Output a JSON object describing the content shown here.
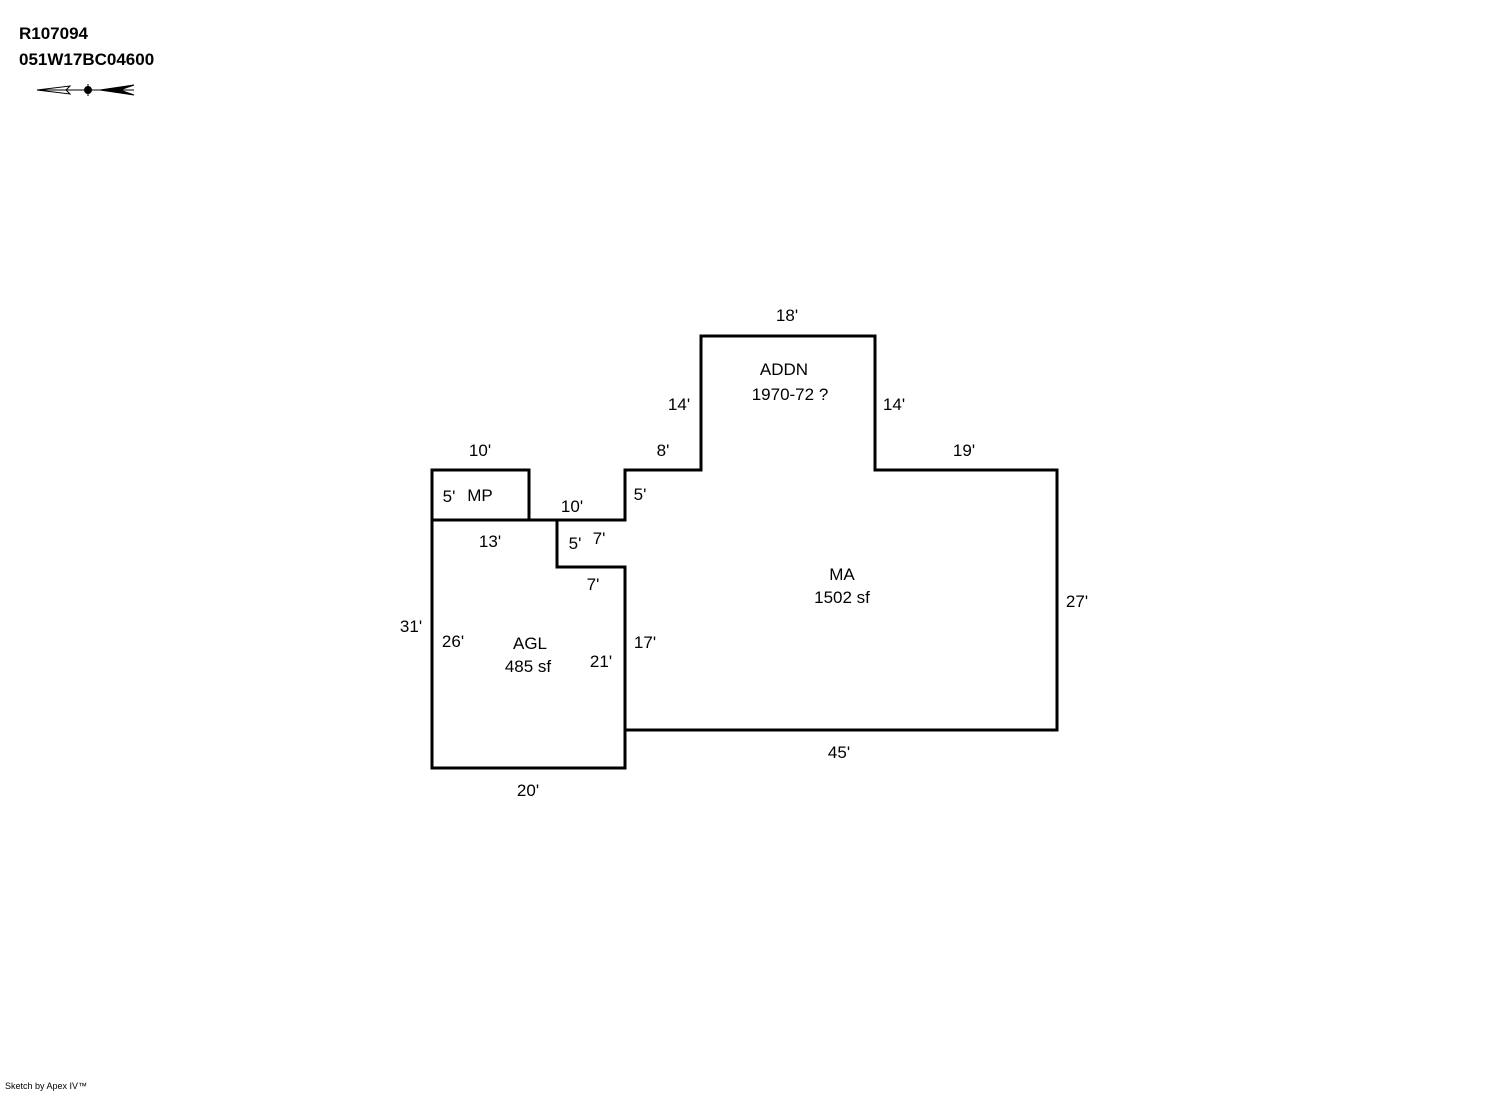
{
  "header": {
    "record_id": "R107094",
    "map_taxlot": "051W17BC04600"
  },
  "compass": {
    "icon": "north-arrow-icon"
  },
  "footer": {
    "credit": "Sketch by Apex IV™"
  },
  "areas": {
    "ma": {
      "name": "MA",
      "size": "1502 sf"
    },
    "agl": {
      "name": "AGL",
      "size": "485 sf"
    },
    "addn": {
      "name": "ADDN",
      "note": "1970-72 ?"
    },
    "mp": {
      "name": "MP"
    }
  },
  "dimensions": {
    "addn_top": "18'",
    "addn_left": "14'",
    "addn_right": "14'",
    "ma_step_top": "8'",
    "ma_step_left": "5'",
    "ma_right_top": "19'",
    "ma_right": "27'",
    "ma_bottom": "45'",
    "ma_left": "17'",
    "mp_top": "10'",
    "mp_left": "5'",
    "mp_bottom_right": "10'",
    "agl_top": "13'",
    "notch_left": "5'",
    "notch_top": "7'",
    "notch_bottom": "7'",
    "agl_outer_left": "31'",
    "agl_inner_left": "26'",
    "agl_right": "21'",
    "agl_bottom": "20'"
  }
}
